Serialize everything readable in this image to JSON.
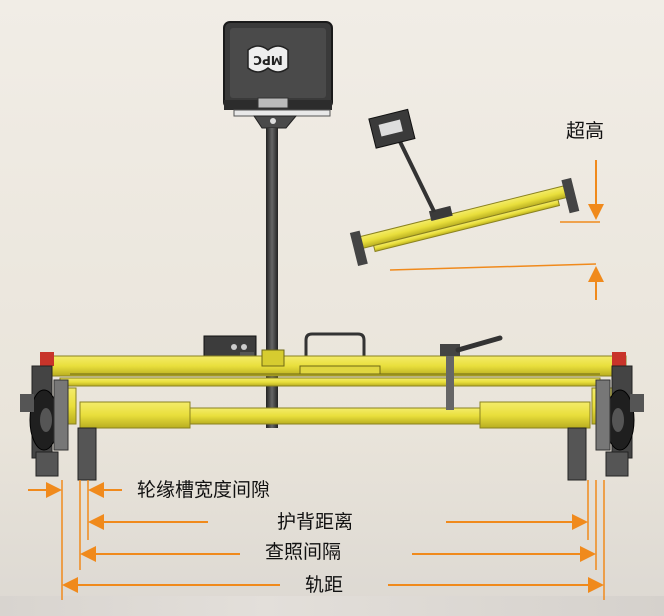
{
  "labels": {
    "superelevation": "超高",
    "flange_groove_gap": "轮缘槽宽度间隙",
    "back_to_back": "护背距离",
    "check_gauge": "查照间隔",
    "track_gauge": "轨距"
  },
  "display_logo": "MPC",
  "colors": {
    "frame_yellow": "#e9df3c",
    "frame_shadow": "#b7ad22",
    "dimension_orange": "#f08a1c",
    "display_dark": "#3a3a3a",
    "pole_dark": "#3b3b3b",
    "red_block": "#c8342a"
  }
}
